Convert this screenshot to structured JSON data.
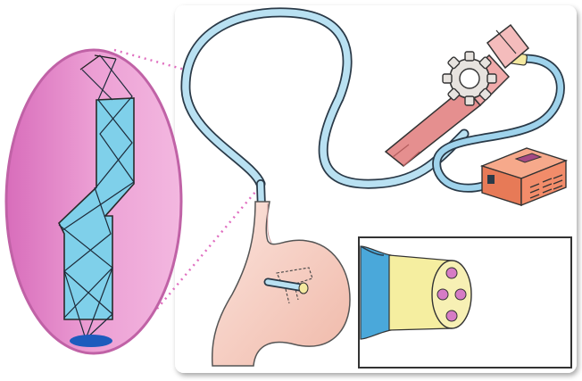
{
  "figure": {
    "kind": "illustration",
    "panels": [
      "fibre-optic-zoom",
      "endoscope",
      "stomach",
      "endoscope-tip-closeup"
    ],
    "colors": {
      "zoom_ellipse": "#e58ccb",
      "fibre_bundle": "#7fd0ea",
      "tube": "#8fcbe6",
      "eyepiece_body": "#e58f8f",
      "knob": "#e7e3df",
      "light_source_box": "#f28c6a",
      "stomach": "#f5cfc4",
      "tip_face": "#f5eea0",
      "tip_holes": "#d67cc5",
      "panel_border": "#333333"
    },
    "icons": [
      "endoscope",
      "gear-knob",
      "light-source-box",
      "stomach",
      "optical-fibre"
    ]
  }
}
